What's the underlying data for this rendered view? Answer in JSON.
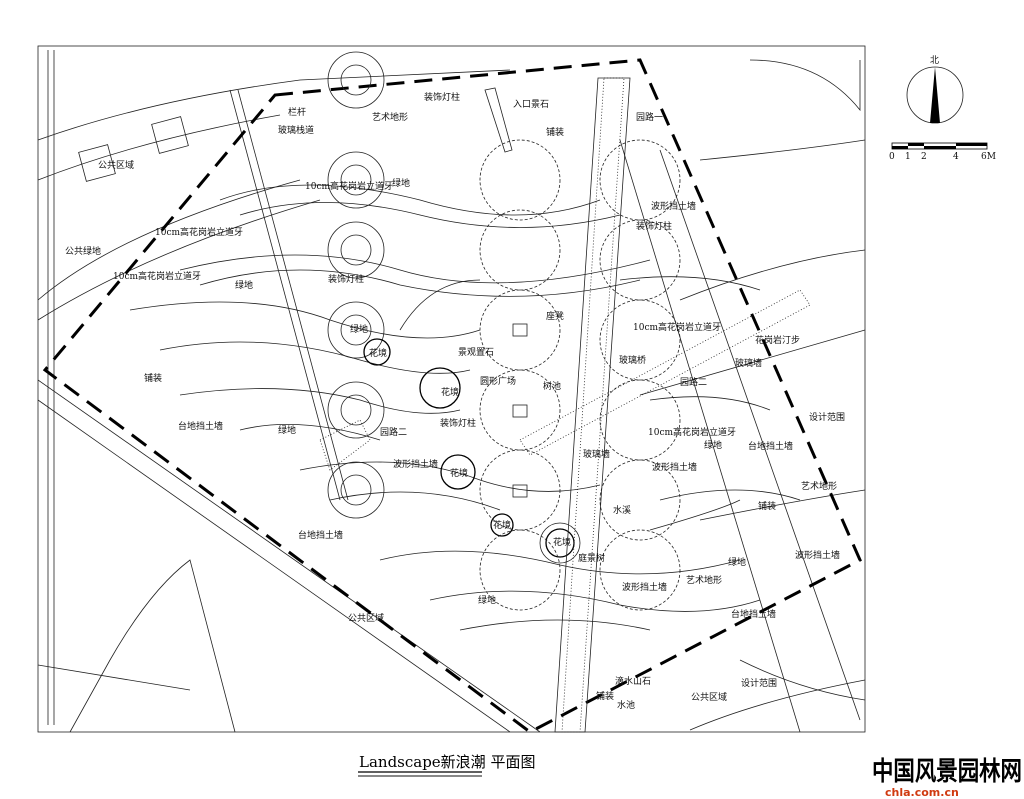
{
  "drawing_title": "Landscape新浪潮 平面图",
  "compass": {
    "north_label": "北"
  },
  "scale_bar": {
    "ticks": [
      "0",
      "1",
      "2",
      "4",
      "6M"
    ]
  },
  "watermark": {
    "logo_text": "中国风景园林网",
    "site": "chla.com.cn"
  },
  "labels": [
    "装饰灯柱",
    "入口景石",
    "园路一",
    "栏杆",
    "玻璃栈道",
    "艺术地形",
    "铺装",
    "公共区域",
    "10cm高花岗岩立道牙",
    "绿地",
    "波形挡土墙",
    "装饰灯柱",
    "10cm高花岗岩立道牙",
    "公共绿地",
    "10cm高花岗岩立道牙",
    "装饰灯柱",
    "绿地",
    "座凳",
    "10cm高花岗岩立道牙",
    "绿地",
    "花岗岩汀步",
    "景观置石",
    "花境",
    "玻璃桥",
    "玻璃墙",
    "铺装",
    "圆形广场",
    "树池",
    "园路二",
    "花境",
    "设计范围",
    "装饰灯柱",
    "园路二",
    "台地挡土墙",
    "绿地",
    "10cm高花岗岩立道牙",
    "台地挡土墙",
    "绿地",
    "玻璃墙",
    "波形挡土墙",
    "波形挡土墙",
    "花境",
    "艺术地形",
    "铺装",
    "水溪",
    "花境",
    "花境",
    "台地挡土墙",
    "绿地",
    "波形挡土墙",
    "庭景树",
    "波形挡土墙",
    "艺术地形",
    "绿地",
    "台地挡土墙",
    "公共区域",
    "设计范围",
    "滴水山石",
    "铺装",
    "水池",
    "公共区域"
  ]
}
